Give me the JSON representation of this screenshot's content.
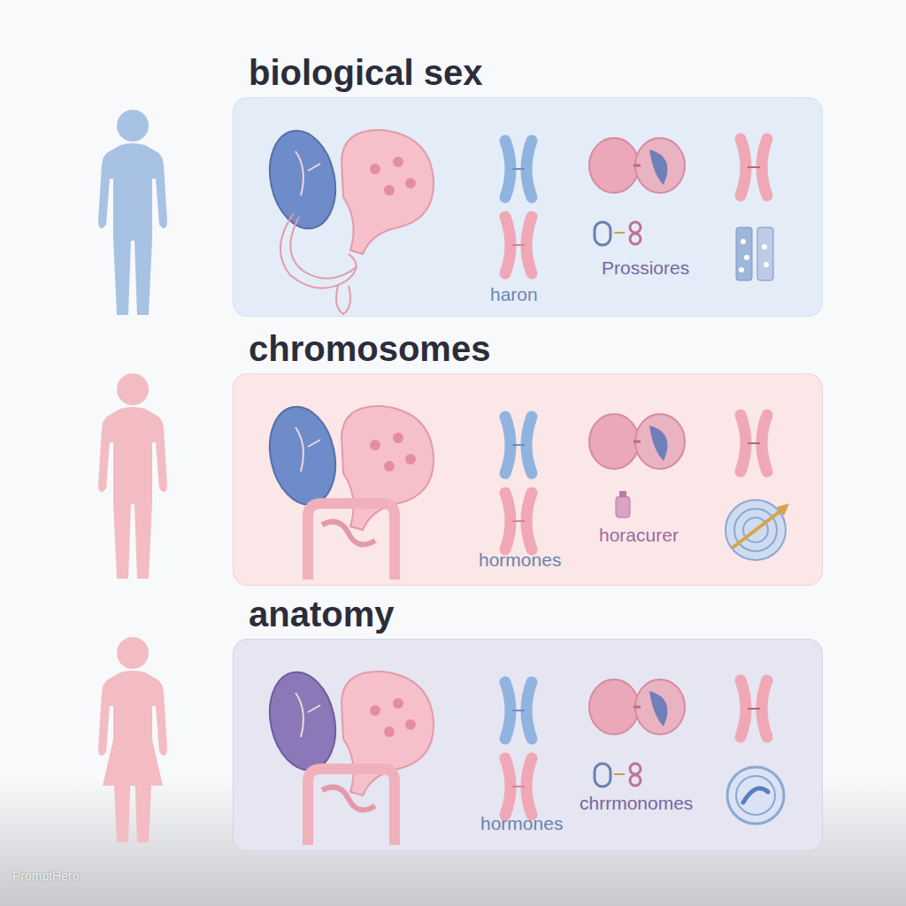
{
  "diagram": {
    "nodes": [
      {
        "text": [
          "biological sex",
          "haron",
          "Prossiores"
        ]
      },
      {
        "text": [
          "chromosomes",
          "hormones",
          "horacurer"
        ]
      },
      {
        "text": [
          "anatomy",
          "hormones",
          "chrrmonomes"
        ]
      }
    ],
    "labels": [
      "PromptHero"
    ]
  }
}
